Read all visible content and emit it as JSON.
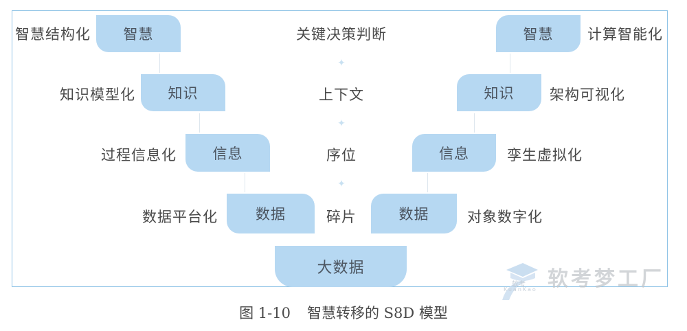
{
  "diagram": {
    "left_column": [
      {
        "box": "智慧",
        "label": "智慧结构化"
      },
      {
        "box": "知识",
        "label": "知识模型化"
      },
      {
        "box": "信息",
        "label": "过程信息化"
      },
      {
        "box": "数据",
        "label": "数据平台化"
      }
    ],
    "right_column": [
      {
        "box": "智慧",
        "label": "计算智能化"
      },
      {
        "box": "知识",
        "label": "架构可视化"
      },
      {
        "box": "信息",
        "label": "孪生虚拟化"
      },
      {
        "box": "数据",
        "label": "对象数字化"
      }
    ],
    "center_column": [
      "关键决策判断",
      "上下文",
      "序位",
      "碎片"
    ],
    "bottom_box": "大数据",
    "colors": {
      "box_fill": "#b6d8f2",
      "frame": "#8ec3e6",
      "text": "#4a4a4a"
    }
  },
  "caption": {
    "number": "图 1-10",
    "title": "智慧转移的 S8D 模型"
  },
  "watermark": {
    "text": "软考梦工厂",
    "sub_cn": "软考",
    "sub_en": "KuanKao"
  }
}
